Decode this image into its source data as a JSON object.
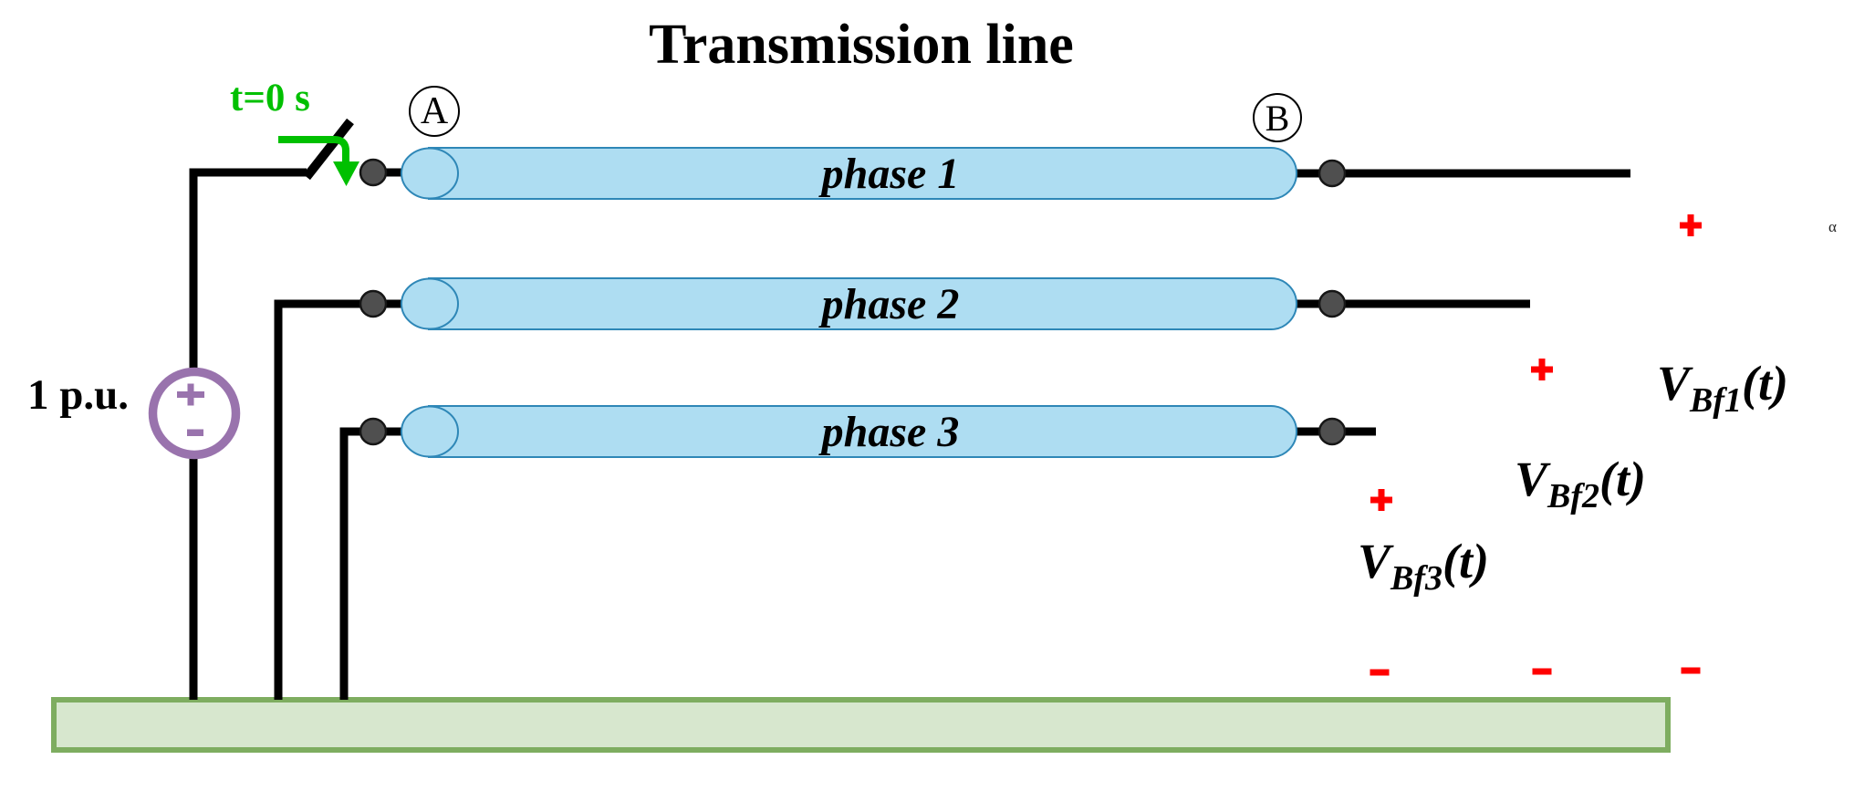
{
  "title": "Transmission line",
  "switch": {
    "label": "t=0 s"
  },
  "source": {
    "label": "1 p.u.",
    "plus": "+",
    "minus": "-"
  },
  "terminals": {
    "sending": "A",
    "receiving": "B"
  },
  "lines": [
    {
      "label": "phase 1"
    },
    {
      "label": "phase 2"
    },
    {
      "label": "phase 3"
    }
  ],
  "measurements": [
    {
      "v": "V",
      "sub": "Bf1",
      "suffix": "(t)",
      "plus": "+",
      "minus": "-"
    },
    {
      "v": "V",
      "sub": "Bf2",
      "suffix": "(t)",
      "plus": "+",
      "minus": "-"
    },
    {
      "v": "V",
      "sub": "Bf3",
      "suffix": "(t)",
      "plus": "+",
      "minus": "-"
    }
  ],
  "stray_glyph": "α",
  "colors": {
    "wire": "#000000",
    "conductor_fill": "#aeddf2",
    "conductor_stroke": "#2e87b7",
    "terminal_dot": "#4f4f4f",
    "source_purple": "#9973ad",
    "switch_green": "#00c000",
    "polarity_red": "#ff0000",
    "ground_fill": "#d7e7ce",
    "ground_stroke": "#7ead60"
  }
}
